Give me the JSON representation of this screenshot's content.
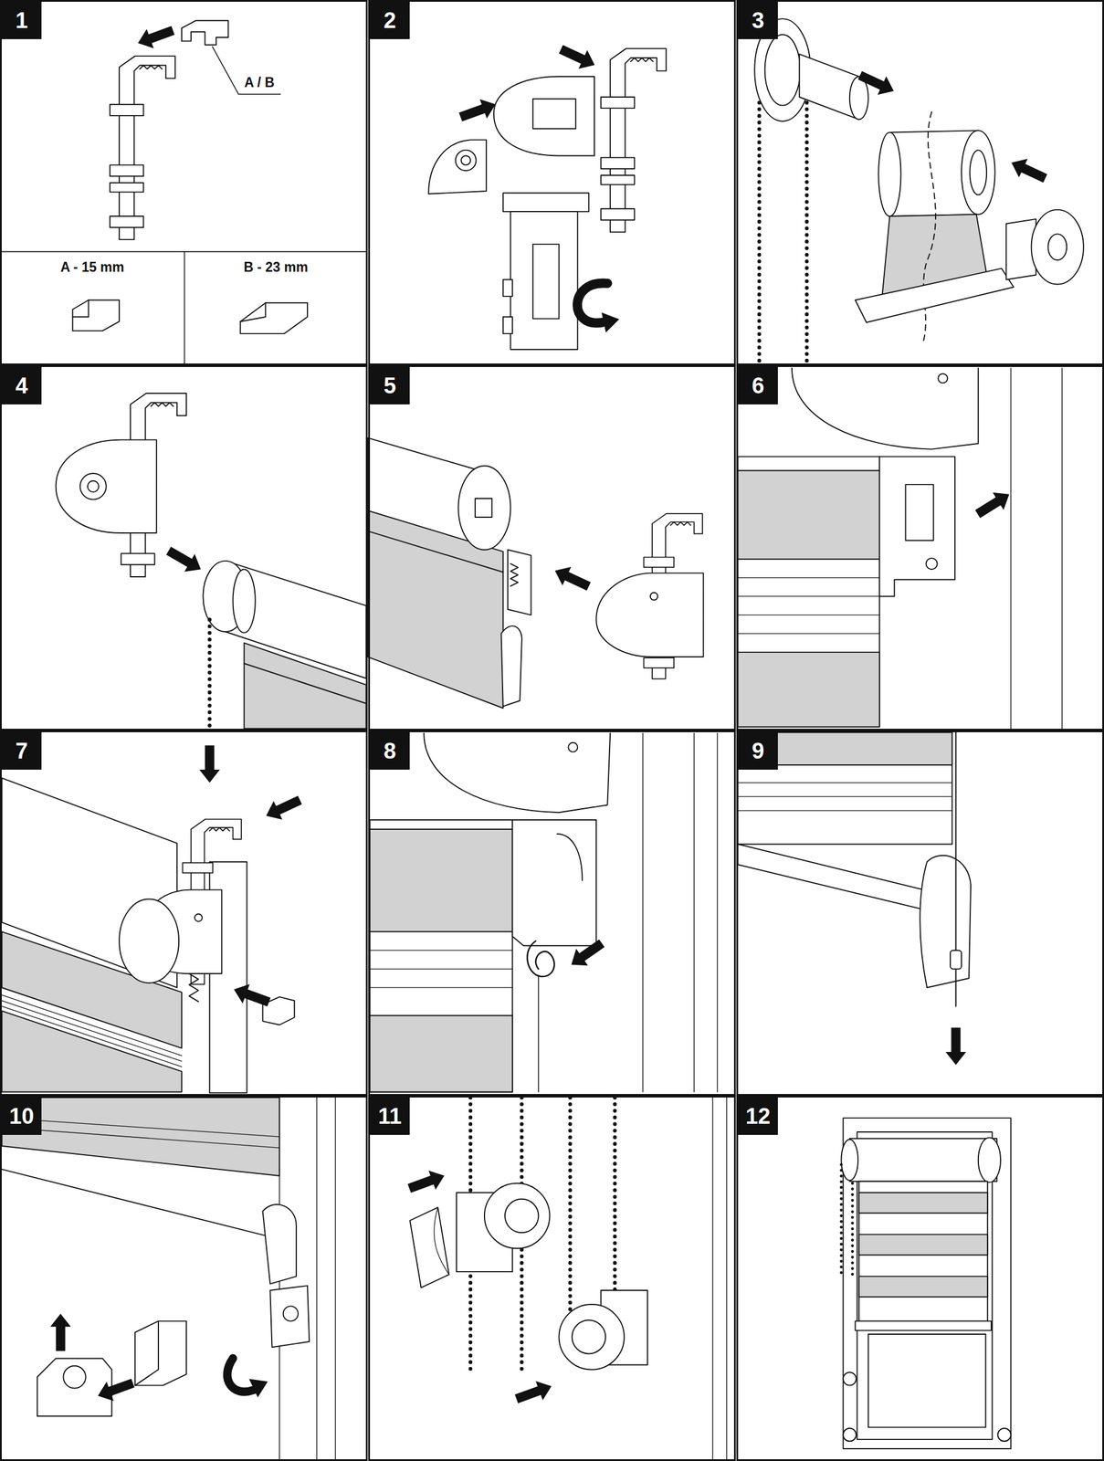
{
  "diagram": {
    "nodes": [
      {
        "text": [
          "1"
        ]
      },
      {
        "text": [
          "2"
        ]
      },
      {
        "text": [
          "3"
        ]
      },
      {
        "text": [
          "4"
        ]
      },
      {
        "text": [
          "5"
        ]
      },
      {
        "text": [
          "6"
        ]
      },
      {
        "text": [
          "7"
        ]
      },
      {
        "text": [
          "8"
        ]
      },
      {
        "text": [
          "9"
        ]
      },
      {
        "text": [
          "10"
        ]
      },
      {
        "text": [
          "11"
        ]
      },
      {
        "text": [
          "12"
        ]
      }
    ],
    "labels": [
      "A / B",
      "A - 15 mm",
      "B - 23 mm"
    ]
  }
}
